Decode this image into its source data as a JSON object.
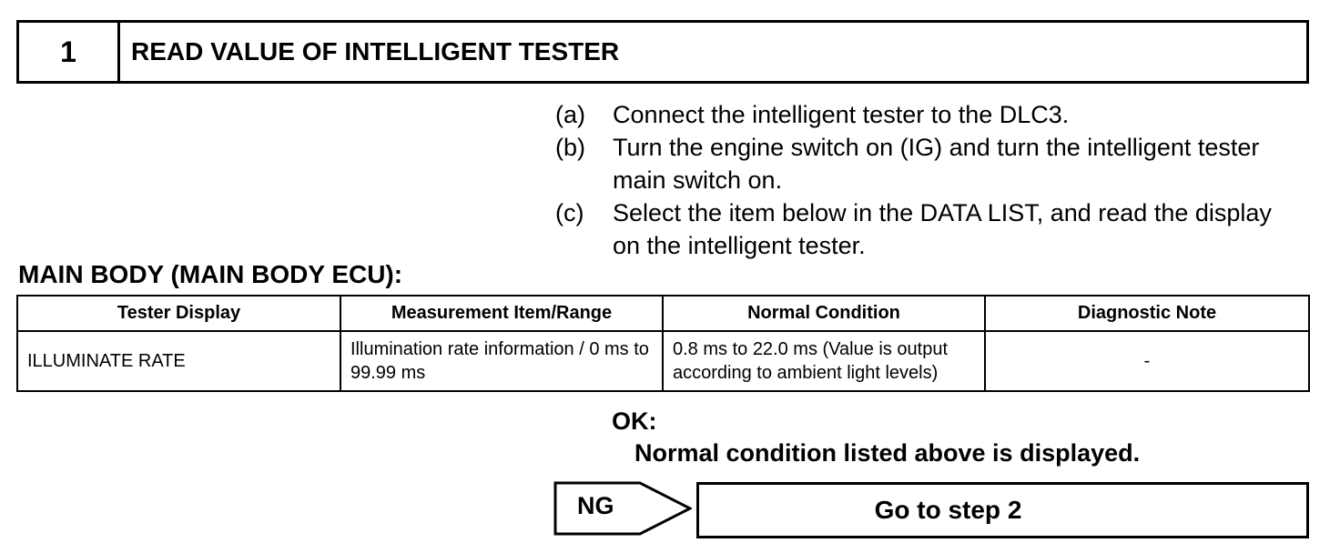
{
  "step": {
    "number": "1",
    "title": "READ VALUE OF INTELLIGENT TESTER"
  },
  "instructions": [
    {
      "letter": "(a)",
      "text": "Connect the intelligent tester to the DLC3."
    },
    {
      "letter": "(b)",
      "text": "Turn the engine switch on (IG) and turn the intelligent tester main switch on."
    },
    {
      "letter": "(c)",
      "text": "Select the item below in the DATA LIST, and read the display on the intelligent tester."
    }
  ],
  "section_title": "MAIN BODY (MAIN BODY ECU):",
  "table": {
    "headers": [
      "Tester Display",
      "Measurement Item/Range",
      "Normal Condition",
      "Diagnostic Note"
    ],
    "rows": [
      [
        "ILLUMINATE RATE",
        "Illumination rate information / 0 ms to 99.99 ms",
        "0.8 ms to 22.0 ms (Value is output according to ambient light levels)",
        "-"
      ]
    ]
  },
  "ok": {
    "label": "OK:",
    "text": "Normal condition listed above is displayed."
  },
  "ng": {
    "label": "NG",
    "goto": "Go to step 2"
  }
}
